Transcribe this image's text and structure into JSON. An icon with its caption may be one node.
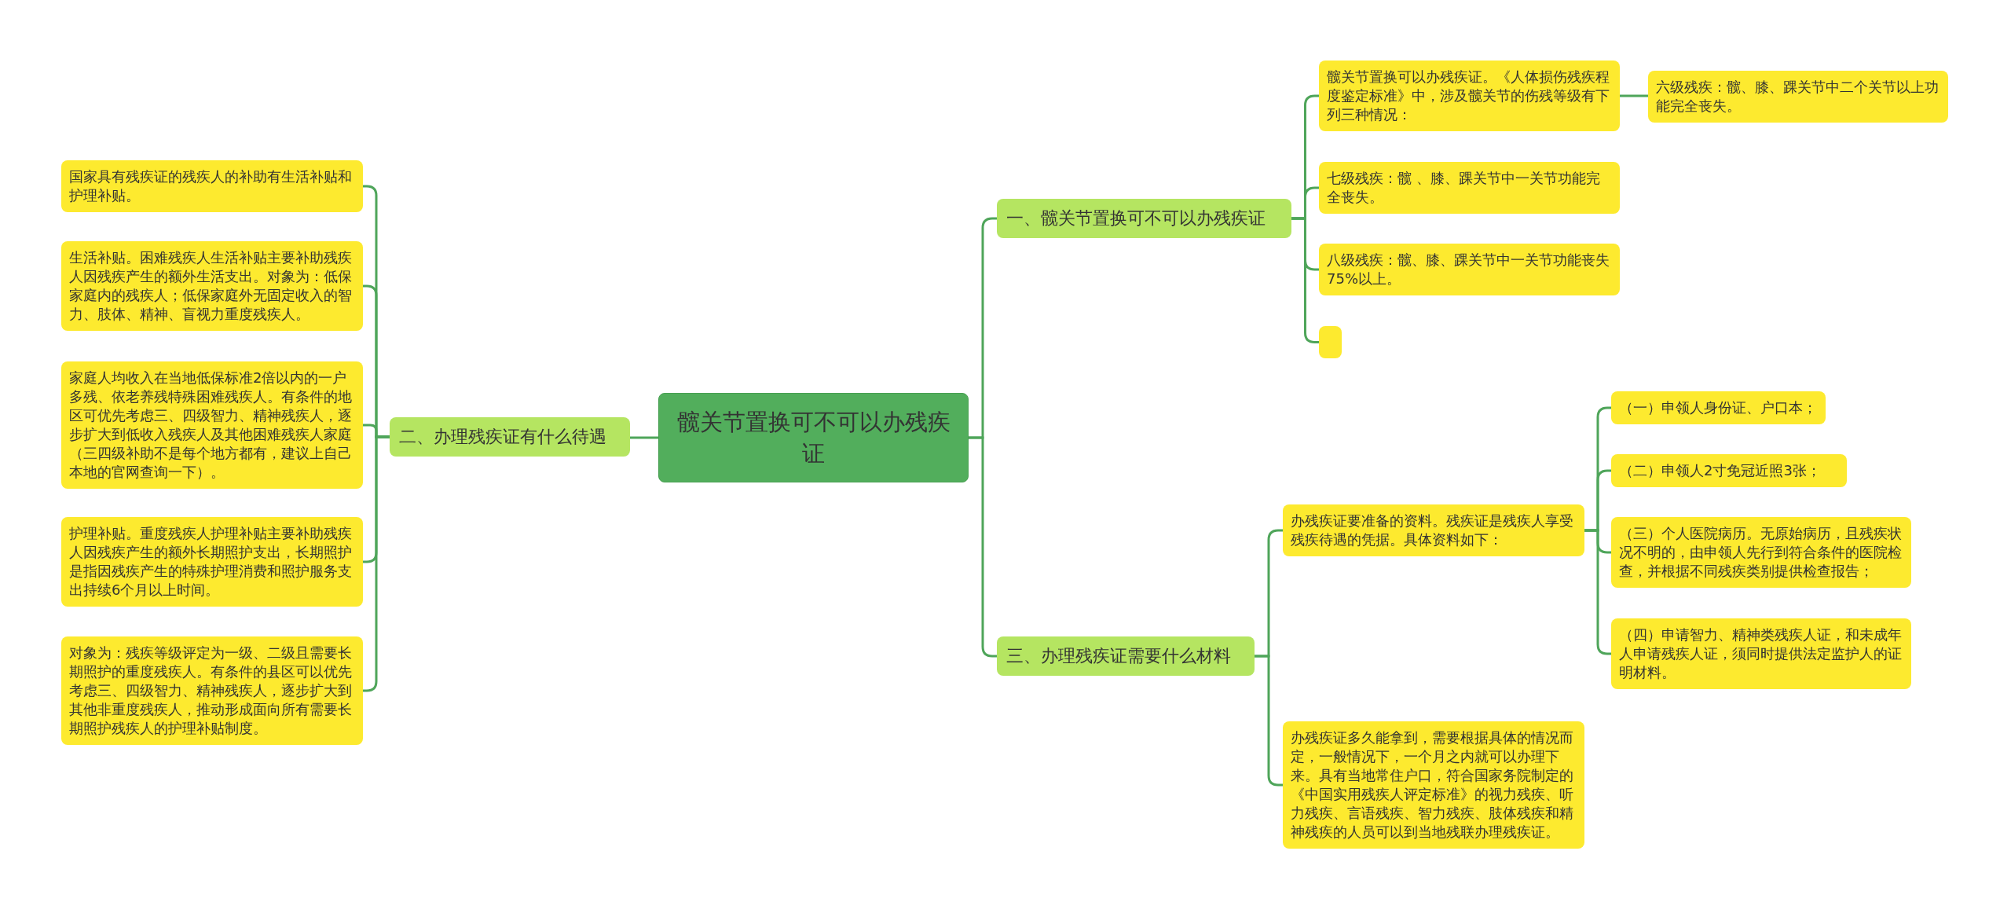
{
  "diagram": {
    "nodes": [
      {
        "text": [
          "髋关节置换可不可以办残疾证"
        ]
      },
      {
        "text": [
          "一、髋关节置换可不可以办残疾证"
        ]
      },
      {
        "text": [
          "髋关节置换可以办残疾证。《人体损伤残疾程度鉴定标准》中，涉及髋关节的伤残等级有下列三种情况："
        ]
      },
      {
        "text": [
          "六级残疾：髋、膝、踝关节中二个关节以上功能完全丧失。"
        ]
      },
      {
        "text": [
          "七级残疾：髋 、膝、踝关节中一关节功能完全丧失。"
        ]
      },
      {
        "text": [
          "八级残疾：髋、膝、踝关节中一关节功能丧失75%以上。"
        ]
      },
      {
        "text": [],
        "shape": "box"
      },
      {
        "text": [
          "三、办理残疾证需要什么材料"
        ]
      },
      {
        "text": [
          "办残疾证要准备的资料。残疾证是残疾人享受残疾待遇的凭据。具体资料如下："
        ]
      },
      {
        "text": [
          "（一）申领人身份证、户口本；"
        ]
      },
      {
        "text": [
          "（二）申领人2寸免冠近照3张；"
        ]
      },
      {
        "text": [
          "（三）个人医院病历。无原始病历，且残疾状况不明的，由申领人先行到符合条件的医院检查，并根据不同残疾类别提供检查报告；"
        ]
      },
      {
        "text": [
          "（四）申请智力、精神类残疾人证，和未成年人申请残疾人证，须同时提供法定监护人的证明材料。"
        ]
      },
      {
        "text": [
          "办残疾证多久能拿到，需要根据具体的情况而定，一般情况下，一个月之内就可以办理下来。具有当地常住户口，符合国家务院制定的《中国实用残疾人评定标准》的视力残疾、听力残疾、言语残疾、智力残疾、肢体残疾和精神残疾的人员可以到当地残联办理残疾证。"
        ]
      },
      {
        "text": [
          "二、办理残疾证有什么待遇"
        ]
      },
      {
        "text": [
          "国家具有残疾证的残疾人的补助有生活补贴和护理补贴。"
        ]
      },
      {
        "text": [
          "生活补贴。困难残疾人生活补贴主要补助残疾人因残疾产生的额外生活支出。对象为：低保家庭内的残疾人；低保家庭外无固定收入的智力、肢体、精神、盲视力重度残疾人。"
        ]
      },
      {
        "text": [
          "家庭人均收入在当地低保标准2倍以内的一户多残、依老养残特殊困难残疾人。有条件的地区可优先考虑三、四级智力、精神残疾人，逐步扩大到低收入残疾人及其他困难残疾人家庭（三四级补助不是每个地方都有，建议上自己本地的官网查询一下）。"
        ]
      },
      {
        "text": [
          "护理补贴。重度残疾人护理补贴主要补助残疾人因残疾产生的额外长期照护支出，长期照护是指因残疾产生的特殊护理消费和照护服务支出持续6个月以上时间。"
        ]
      },
      {
        "text": [
          "对象为：残疾等级评定为一级、二级且需要长期照护的重度残疾人。有条件的县区可以优先考虑三、四级智力、精神残疾人，逐步扩大到其他非重度残疾人，推动形成面向所有需要长期照护残疾人的护理补贴制度。"
        ]
      }
    ],
    "edges": [
      {
        "from": 0,
        "to": 1,
        "arrow": "none"
      },
      {
        "from": 1,
        "to": 2,
        "arrow": "none"
      },
      {
        "from": 2,
        "to": 3,
        "arrow": "none"
      },
      {
        "from": 1,
        "to": 4,
        "arrow": "none"
      },
      {
        "from": 1,
        "to": 5,
        "arrow": "none"
      },
      {
        "from": 1,
        "to": 6,
        "arrow": "none"
      },
      {
        "from": 0,
        "to": 7,
        "arrow": "none"
      },
      {
        "from": 7,
        "to": 8,
        "arrow": "none"
      },
      {
        "from": 8,
        "to": 9,
        "arrow": "none"
      },
      {
        "from": 8,
        "to": 10,
        "arrow": "none"
      },
      {
        "from": 8,
        "to": 11,
        "arrow": "none"
      },
      {
        "from": 8,
        "to": 12,
        "arrow": "none"
      },
      {
        "from": 7,
        "to": 13,
        "arrow": "none"
      },
      {
        "from": 0,
        "to": 14,
        "arrow": "none"
      },
      {
        "from": 14,
        "to": 15,
        "arrow": "none"
      },
      {
        "from": 14,
        "to": 16,
        "arrow": "none"
      },
      {
        "from": 14,
        "to": 17,
        "arrow": "none"
      },
      {
        "from": 14,
        "to": 18,
        "arrow": "none"
      },
      {
        "from": 14,
        "to": 19,
        "arrow": "none"
      }
    ]
  }
}
